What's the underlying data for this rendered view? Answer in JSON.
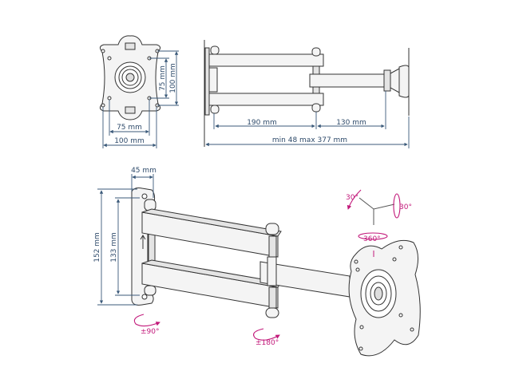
{
  "top_view": {
    "dim_75_vertical": "75 mm",
    "dim_100_vertical": "100 mm",
    "dim_75_horizontal": "75 mm",
    "dim_100_horizontal": "100 mm"
  },
  "side_view": {
    "dim_190": "190 mm",
    "dim_130": "130 mm",
    "dim_total": "min 48 max 377 mm"
  },
  "perspective_view": {
    "dim_45": "45 mm",
    "dim_152": "152 mm",
    "dim_133": "133 mm",
    "rot_wall": "±90°",
    "rot_arm": "±180°",
    "tilt_left": "30°",
    "tilt_right": "30°",
    "swivel": "360°"
  },
  "colors": {
    "dimension": "#3b5a7a",
    "rotation": "#c2187a"
  }
}
